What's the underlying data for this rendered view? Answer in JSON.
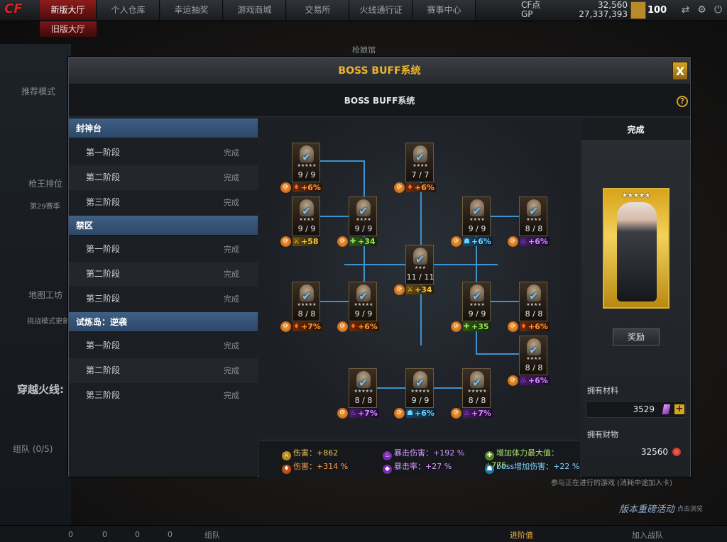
{
  "topbar": {
    "tabs": [
      "新版大厅",
      "个人仓库",
      "幸运抽奖",
      "游戏商城",
      "交易所",
      "火线通行证",
      "赛事中心"
    ],
    "sub_tab": "旧版大厅",
    "currency": [
      {
        "label": "CF点",
        "value": "32,560"
      },
      {
        "label": "GP",
        "value": "27,337,393"
      }
    ],
    "level": "100"
  },
  "background": {
    "left_labels": [
      "推荐模式",
      "枪王排位",
      "第29赛季",
      "地图工坊",
      "挑战模式更新",
      "穿越火线:",
      "组队 (0/5)"
    ],
    "top_center_label": "枪娘馆",
    "right_promo": "版本重磅活动",
    "right_promo_sub": "点击浏览",
    "right_hint": "参与正在进行的游戏 (消耗中途加入卡)",
    "bottom": {
      "team_label": "组队",
      "join_label": "加入战队",
      "value_label": "进阶值",
      "counts": [
        "0",
        "0",
        "0",
        "0"
      ]
    }
  },
  "modal": {
    "title": "BOSS BUFF系统",
    "close_label": "X",
    "subtitle": "BOSS BUFF系统",
    "help_label": "?",
    "categories": [
      {
        "name": "封神台",
        "stages": [
          {
            "name": "第一阶段",
            "status": "完成"
          },
          {
            "name": "第二阶段",
            "status": "完成"
          },
          {
            "name": "第三阶段",
            "status": "完成"
          }
        ]
      },
      {
        "name": "禁区",
        "stages": [
          {
            "name": "第一阶段",
            "status": "完成"
          },
          {
            "name": "第二阶段",
            "status": "完成"
          },
          {
            "name": "第三阶段",
            "status": "完成"
          }
        ]
      },
      {
        "name": "试炼岛：逆袭",
        "stages": [
          {
            "name": "第一阶段",
            "status": "完成"
          },
          {
            "name": "第二阶段",
            "status": "完成"
          },
          {
            "name": "第三阶段",
            "status": "完成"
          }
        ]
      }
    ],
    "nodes": [
      {
        "id": "n1",
        "stars": "★★★★★",
        "count": "9 / 9",
        "bonus": "+6%",
        "type": "fire"
      },
      {
        "id": "n2",
        "stars": "★★★★",
        "count": "7 / 7",
        "bonus": "+6%",
        "type": "fire"
      },
      {
        "id": "n3",
        "stars": "★★★★",
        "count": "9 / 9",
        "bonus": "+58",
        "type": "atk"
      },
      {
        "id": "n4",
        "stars": "★★★★",
        "count": "9 / 9",
        "bonus": "+34",
        "type": "hp"
      },
      {
        "id": "n5",
        "stars": "★★★★",
        "count": "9 / 9",
        "bonus": "+6%",
        "type": "boss"
      },
      {
        "id": "n6",
        "stars": "★★★★",
        "count": "8 / 8",
        "bonus": "+6%",
        "type": "crit"
      },
      {
        "id": "n7",
        "stars": "★★★",
        "count": "11 / 11",
        "bonus": "+34",
        "type": "atk"
      },
      {
        "id": "n8",
        "stars": "★★★★★",
        "count": "8 / 8",
        "bonus": "+7%",
        "type": "fire"
      },
      {
        "id": "n9",
        "stars": "★★★★★",
        "count": "9 / 9",
        "bonus": "+6%",
        "type": "fire"
      },
      {
        "id": "n10",
        "stars": "★★★★",
        "count": "9 / 9",
        "bonus": "+35",
        "type": "hp"
      },
      {
        "id": "n11",
        "stars": "★★★★",
        "count": "8 / 8",
        "bonus": "+6%",
        "type": "fire"
      },
      {
        "id": "n12",
        "stars": "★★★★",
        "count": "8 / 8",
        "bonus": "+6%",
        "type": "crit"
      },
      {
        "id": "n13",
        "stars": "★★★★★",
        "count": "8 / 8",
        "bonus": "+7%",
        "type": "crit"
      },
      {
        "id": "n14",
        "stars": "★★★★★",
        "count": "9 / 9",
        "bonus": "+6%",
        "type": "boss"
      },
      {
        "id": "n15",
        "stars": "★★★★★",
        "count": "8 / 8",
        "bonus": "+7%",
        "type": "crit"
      }
    ],
    "stats": [
      {
        "label": "伤害：+862",
        "type": "atk"
      },
      {
        "label": "暴击伤害：+192 %",
        "type": "crit"
      },
      {
        "label": "增加体力最大值：+776",
        "type": "hp"
      },
      {
        "label": "伤害：+314 %",
        "type": "fire"
      },
      {
        "label": "暴击率：+27 %",
        "type": "crit"
      },
      {
        "label": "boss增加伤害：+22 %",
        "type": "boss"
      }
    ],
    "right": {
      "header": "完成",
      "card_stars": "★★★★★",
      "reward_label": "奖励",
      "materials_label": "拥有材料",
      "materials_value": "3529",
      "plus_label": "+",
      "fortune_label": "拥有财物",
      "fortune_value": "32560"
    }
  }
}
